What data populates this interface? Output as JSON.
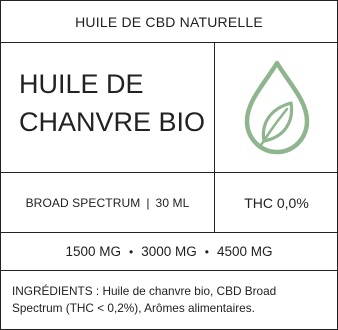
{
  "header": {
    "title": "HUILE DE CBD NATURELLE"
  },
  "product": {
    "title_line1": "HUILE DE",
    "title_line2": "CHANVRE BIO",
    "logo_icon": "leaf-drop-icon",
    "logo_color": "#8fb58f"
  },
  "spec": {
    "spectrum": "BROAD SPECTRUM",
    "separator": "|",
    "volume": "30 ML",
    "thc": "THC 0,0%"
  },
  "doses": {
    "items": [
      "1500 MG",
      "3000 MG",
      "4500 MG"
    ],
    "separator": "•"
  },
  "ingredients": {
    "text": "INGRÉDIENTS : Huile de chanvre bio, CBD Broad Spectrum (THC < 0,2%), Arômes alimentaires."
  }
}
